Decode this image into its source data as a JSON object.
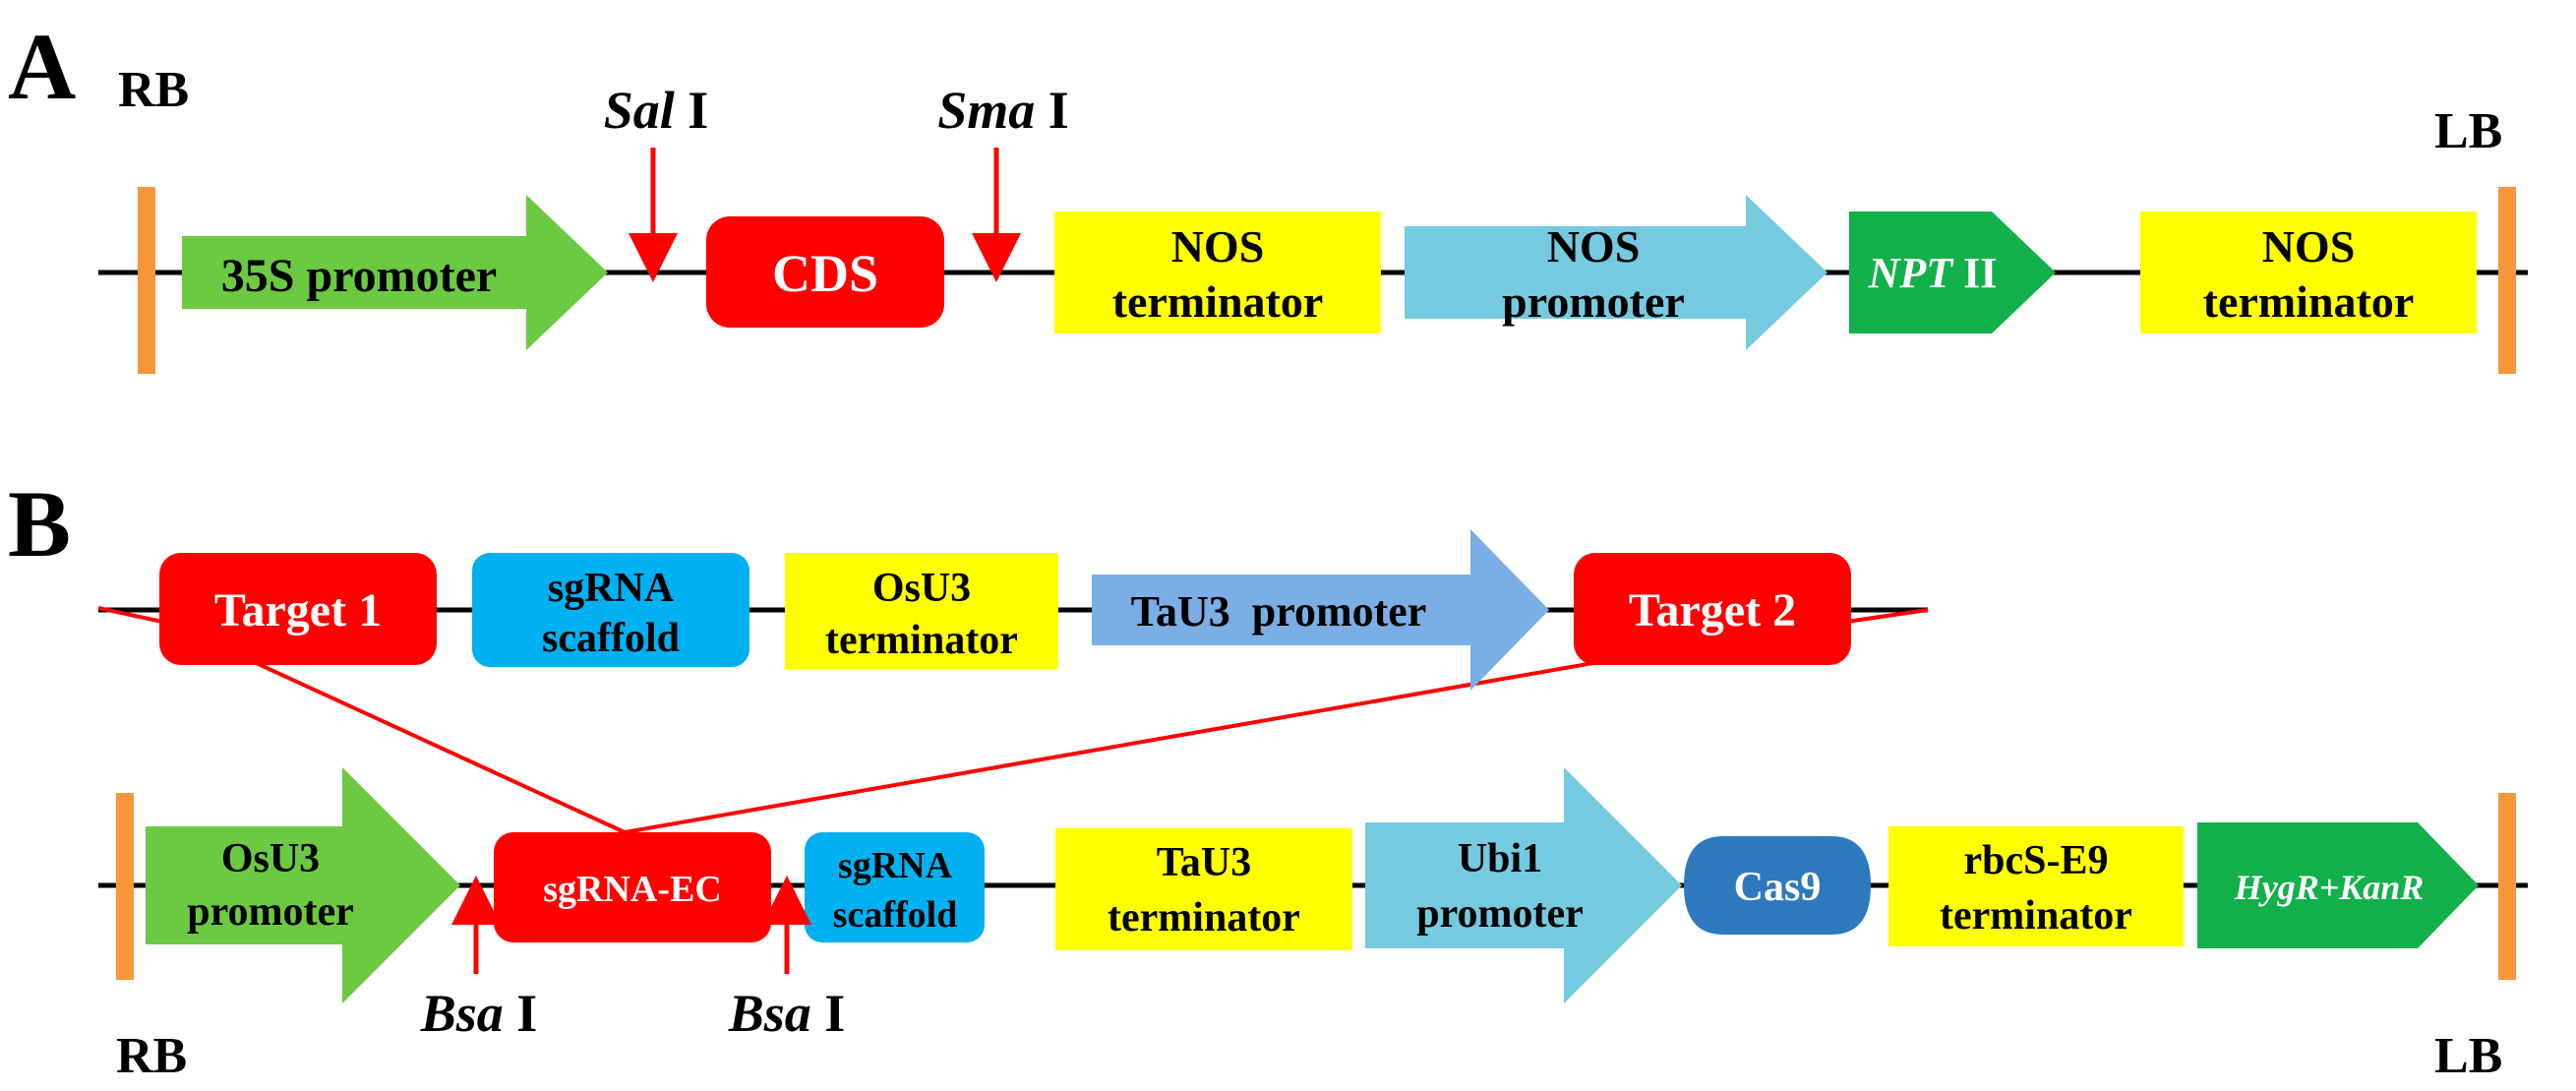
{
  "colors": {
    "backbone": "#000000",
    "border": "#f7963a",
    "promoter_green": "#6cc942",
    "promoter_cyan": "#75cadf",
    "promoter_blue": "#7aaee4",
    "cds_red": "#ff0000",
    "terminator_yellow": "#ffff00",
    "marker_green": "#12b04a",
    "scaffold_blue": "#00b0f0",
    "cas9_blue": "#2e79bd",
    "site_arrow": "#ff0000",
    "connector": "#ff0000"
  },
  "panel_a": {
    "label": "A",
    "rb": "RB",
    "lb": "LB",
    "sites": [
      {
        "italic": "Sal",
        "roman": " I"
      },
      {
        "italic": "Sma",
        "roman": " I"
      }
    ],
    "elements": {
      "promoter_35s": "35S promoter",
      "cds": "CDS",
      "nos_terminator_1": [
        "NOS",
        "terminator"
      ],
      "nos_promoter": [
        "NOS",
        "promoter"
      ],
      "npt": {
        "italic": "NPT",
        "roman": " II"
      },
      "nos_terminator_2": [
        "NOS",
        "terminator"
      ]
    }
  },
  "panel_b": {
    "label": "B",
    "rb": "RB",
    "lb": "LB",
    "insert": {
      "target_1": "Target 1",
      "sgrna_scaffold": [
        "sgRNA",
        "scaffold"
      ],
      "osu3_terminator": [
        "OsU3",
        "terminator"
      ],
      "tau3_promoter": "TaU3  promoter",
      "target_2": "Target 2"
    },
    "vector": {
      "osu3_promoter": [
        "OsU3",
        "promoter"
      ],
      "sgrna_ec": "sgRNA-EC",
      "sgrna_scaffold": [
        "sgRNA",
        "scaffold"
      ],
      "tau3_terminator": [
        "TaU3",
        "terminator"
      ],
      "ubi1_promoter": [
        "Ubi1",
        "promoter"
      ],
      "cas9": "Cas9",
      "rbcs_terminator": [
        "rbcS-E9",
        "terminator"
      ],
      "hygr_kanr": "HygR+KanR"
    },
    "sites": [
      {
        "italic": "Bsa",
        "roman": " I"
      },
      {
        "italic": "Bsa",
        "roman": " I"
      }
    ]
  }
}
